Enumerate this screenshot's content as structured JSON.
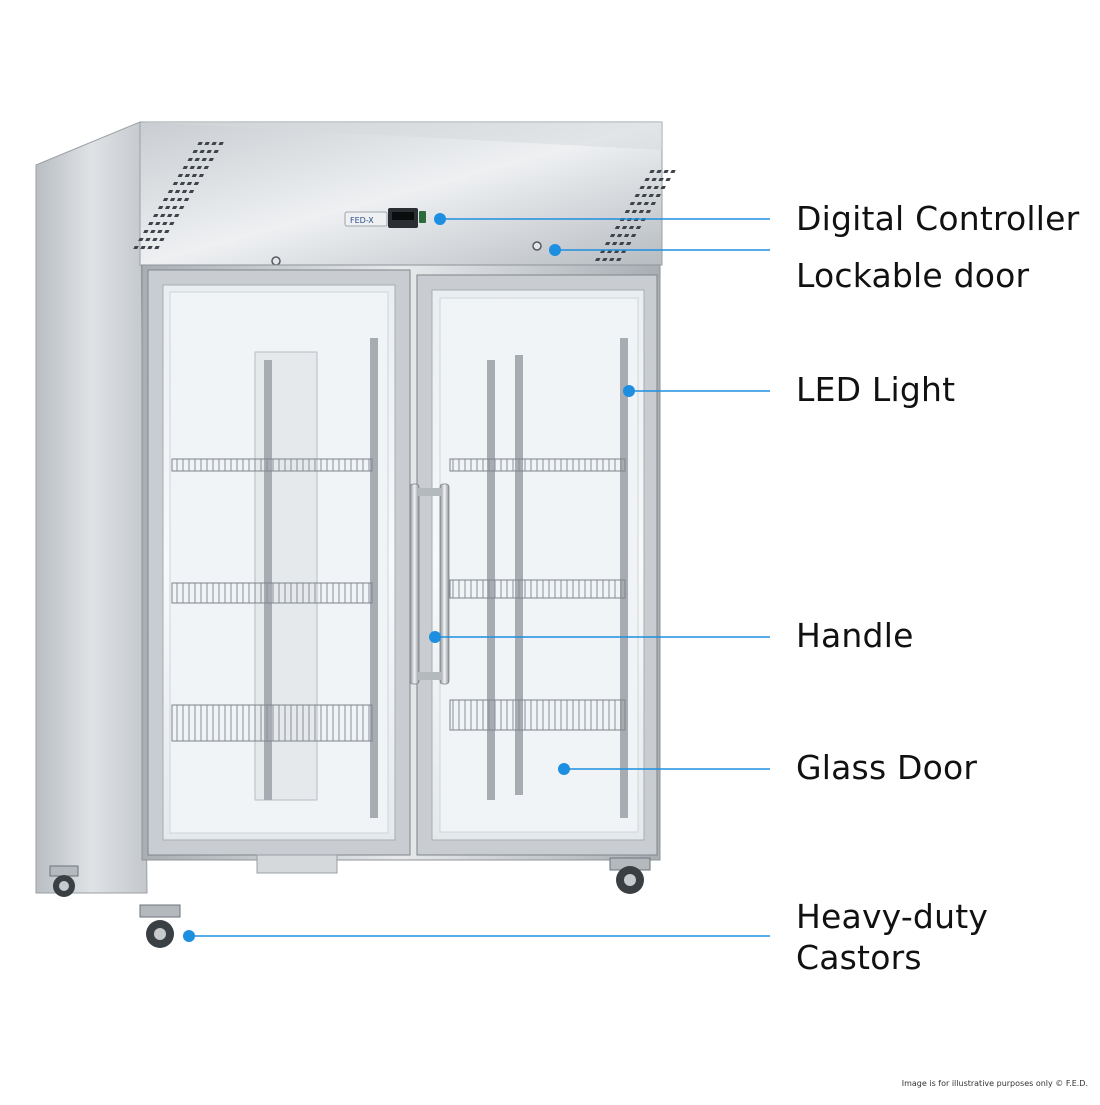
{
  "brand": {
    "logo_text": "FED-X"
  },
  "callouts": [
    {
      "id": "digital-controller",
      "label": "Digital Controller"
    },
    {
      "id": "lockable-door",
      "label": "Lockable door"
    },
    {
      "id": "led-light",
      "label": "LED Light"
    },
    {
      "id": "handle",
      "label": "Handle"
    },
    {
      "id": "glass-door",
      "label": "Glass Door"
    },
    {
      "id": "castors",
      "label": "Heavy-duty\nCastors",
      "line1": "Heavy-duty",
      "line2": "Castors"
    }
  ],
  "footer": {
    "disclaimer": "Image is for illustrative purposes only  © F.E.D."
  },
  "colors": {
    "accent": "#1e8fe0",
    "label_text": "#111111",
    "steel_light": "#e3e5e7",
    "steel_dark": "#9aa0a6"
  }
}
